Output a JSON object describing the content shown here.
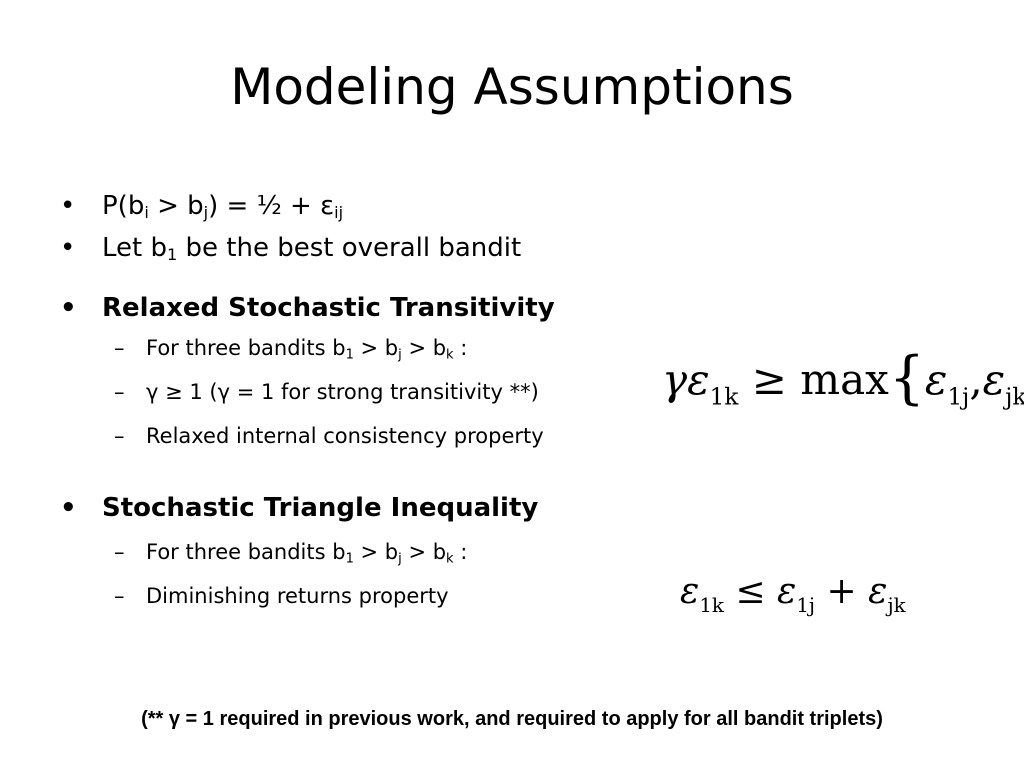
{
  "slide": {
    "title": "Modeling Assumptions",
    "bullet_glyph": "•",
    "dash_glyph": "–",
    "items": [
      {
        "prefix": "P(b",
        "sub1": "i",
        "mid": " > b",
        "sub2": "j",
        "suffix": ") = ½ + ε",
        "sub3": "ij"
      },
      {
        "prefix": "Let b",
        "sub1": "1",
        "suffix": " be the best overall bandit"
      },
      {
        "heading": "Relaxed Stochastic Transitivity",
        "subitems": [
          {
            "prefix": "For three bandits  b",
            "sub1": "1",
            "mid1": " > b",
            "sub2": "j",
            "mid2": " > b",
            "sub3": "k",
            "suffix": " :"
          },
          {
            "text": "γ ≥ 1  (γ = 1 for strong transitivity **)"
          },
          {
            "text": "Relaxed internal consistency property"
          }
        ]
      },
      {
        "heading": "Stochastic Triangle Inequality",
        "subitems": [
          {
            "prefix": "For three bandits  b",
            "sub1": "1",
            "mid1": " > b",
            "sub2": "j",
            "mid2": " > b",
            "sub3": "k",
            "suffix": " :"
          },
          {
            "text": "Diminishing returns property"
          }
        ]
      }
    ],
    "formula1": {
      "gamma": "γ",
      "eps": "ε",
      "sub_1k": "1k",
      "geq": "≥",
      "max": "max",
      "lbrace": "{",
      "sub_1j": "1j",
      "comma": ",",
      "sub_jk": "jk",
      "rbrace": "}"
    },
    "formula2": {
      "eps": "ε",
      "sub_1k": "1k",
      "leq": "≤",
      "sub_1j": "1j",
      "plus": "+",
      "sub_jk": "jk"
    },
    "footnote": "(** γ = 1 required in previous work, and required to apply for all bandit triplets)"
  }
}
